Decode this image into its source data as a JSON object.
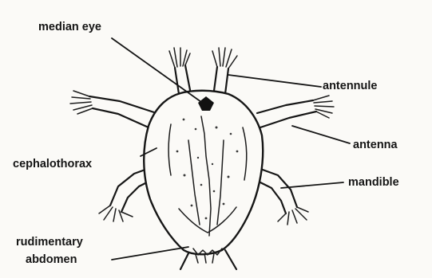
{
  "diagram": {
    "labels": {
      "median_eye": "median eye",
      "antennule": "antennule",
      "antenna": "antenna",
      "cephalothorax": "cephalothorax",
      "mandible": "mandible",
      "rudimentary": "rudimentary",
      "abdomen": "abdomen"
    },
    "colors": {
      "ink": "#151515",
      "paper": "#fbfaf7"
    }
  }
}
